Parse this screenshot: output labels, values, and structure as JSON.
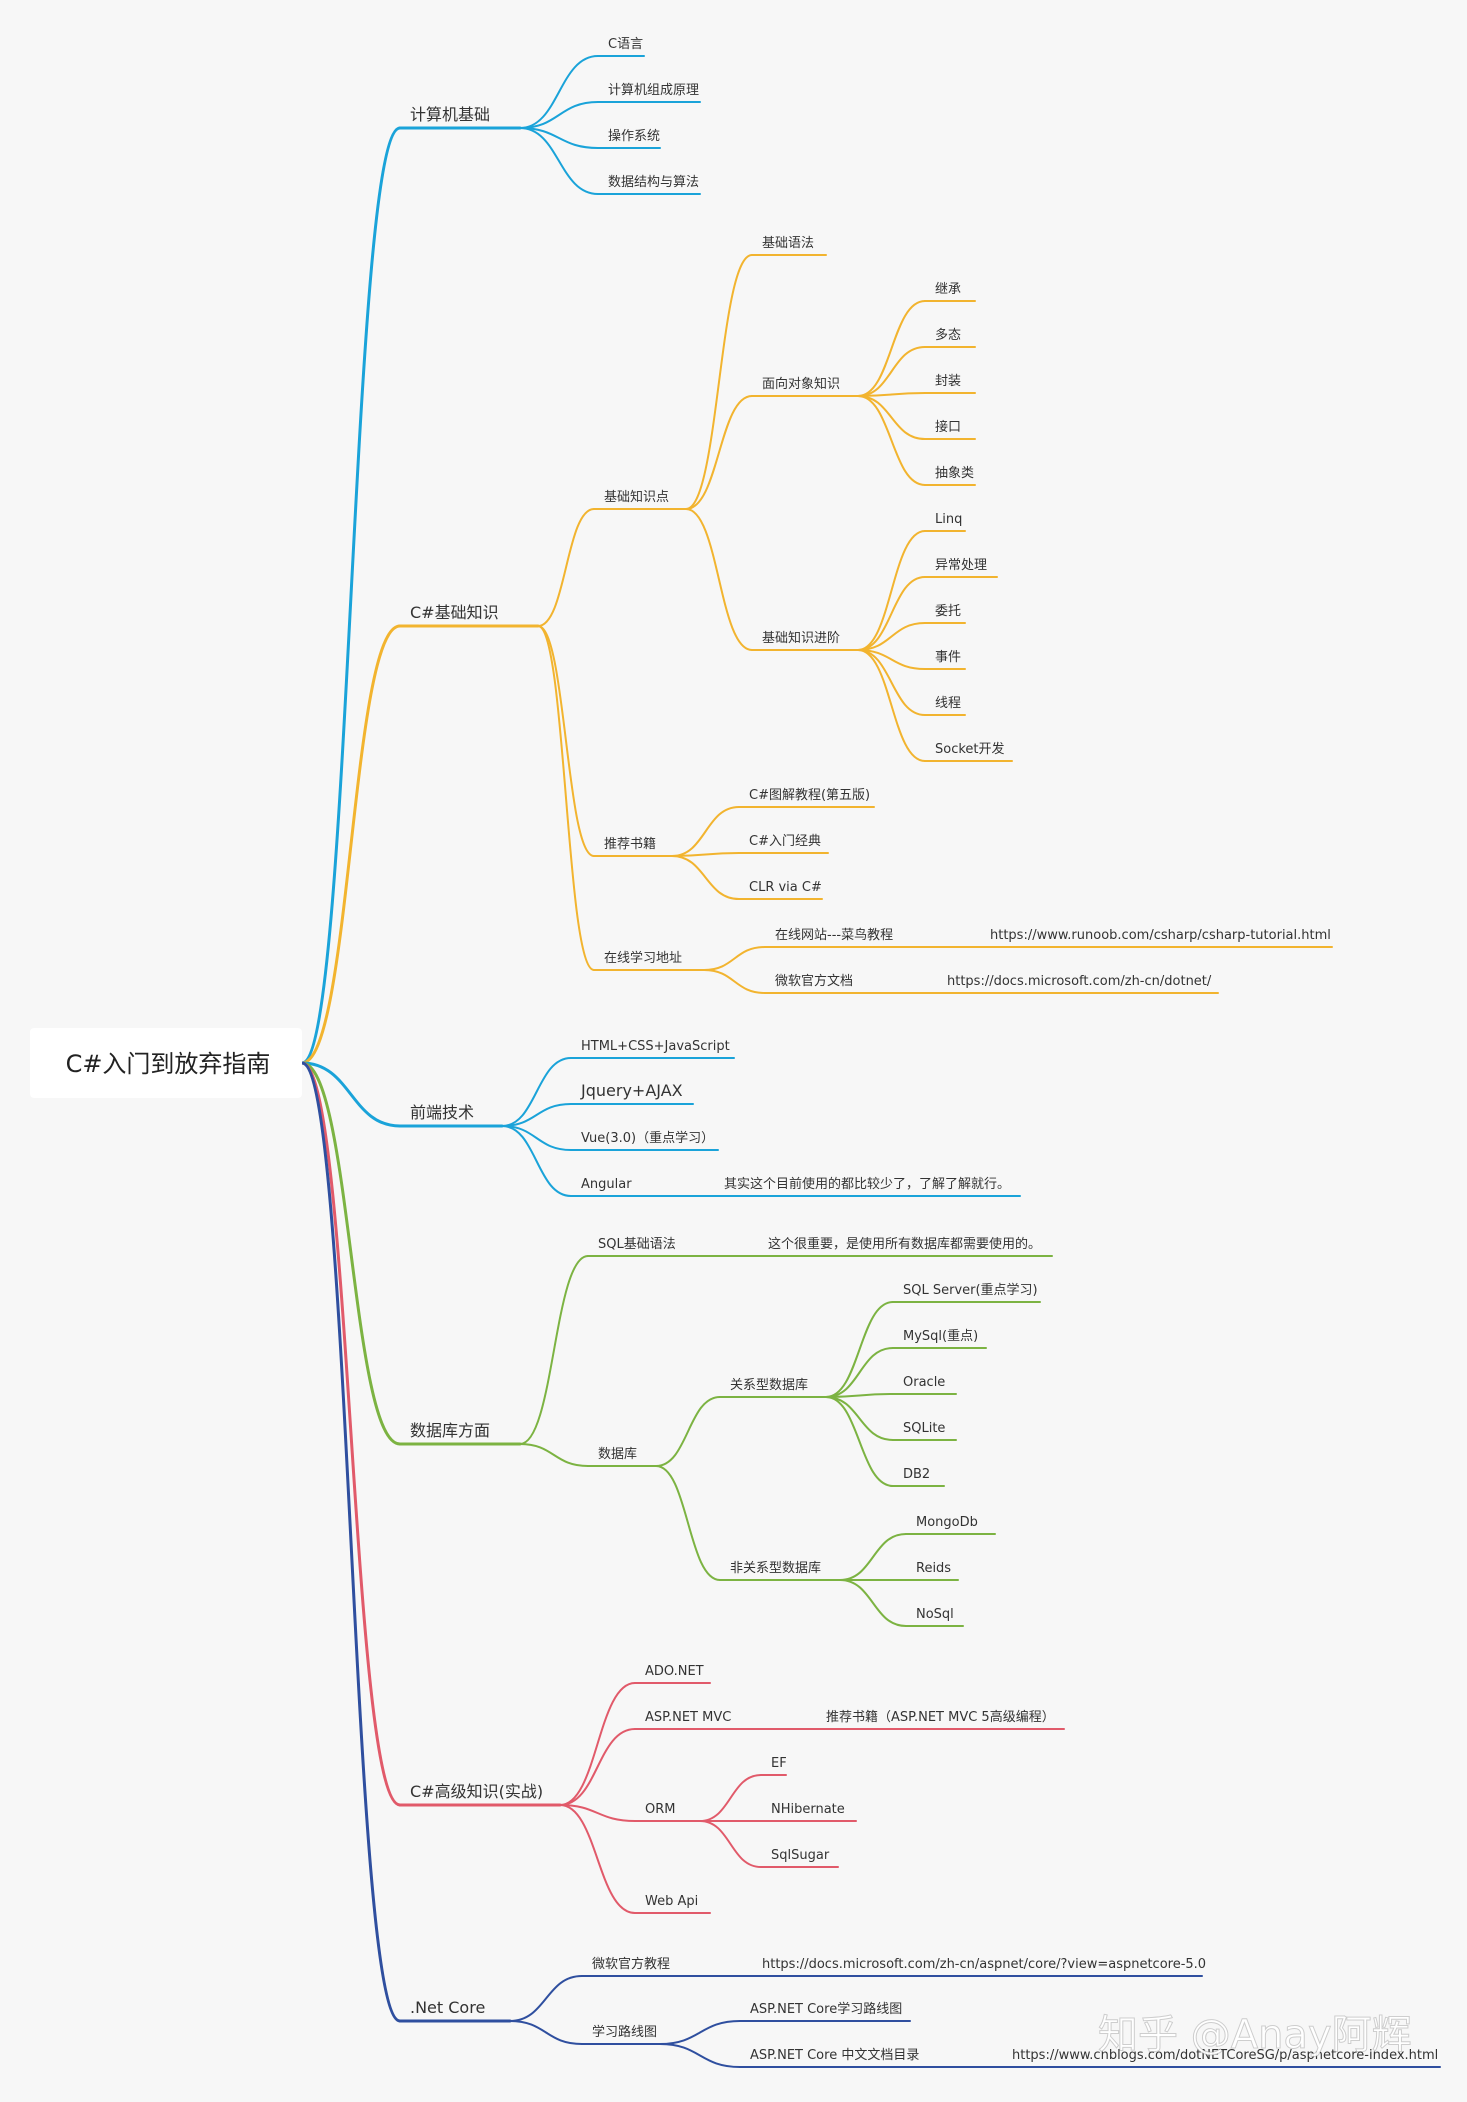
{
  "root": "C#入门到放弃指南",
  "watermark": "知乎 @Anay阿辉",
  "colors": {
    "background": "#f7f7f7",
    "computer_basics": "#1aa3d9",
    "csharp_basics": "#f2b42f",
    "frontend": "#1aa3d9",
    "database": "#7cb342",
    "csharp_advanced": "#e15a6a",
    "net_core": "#2f4f9f"
  },
  "branches": {
    "computer_basics": {
      "label": "计算机基础",
      "children": [
        "C语言",
        "计算机组成原理",
        "操作系统",
        "数据结构与算法"
      ]
    },
    "csharp_basics": {
      "label": "C#基础知识",
      "basics": {
        "label": "基础知识点",
        "syntax": "基础语法",
        "oop": {
          "label": "面向对象知识",
          "children": [
            "继承",
            "多态",
            "封装",
            "接口",
            "抽象类"
          ]
        },
        "advanced": {
          "label": "基础知识进阶",
          "children": [
            "Linq",
            "异常处理",
            "委托",
            "事件",
            "线程",
            "Socket开发"
          ]
        }
      },
      "books": {
        "label": "推荐书籍",
        "children": [
          "C#图解教程(第五版)",
          "C#入门经典",
          "CLR via C#"
        ]
      },
      "online": {
        "label": "在线学习地址",
        "children": [
          {
            "label": "在线网站---菜鸟教程",
            "note": "https://www.runoob.com/csharp/csharp-tutorial.html"
          },
          {
            "label": "微软官方文档",
            "note": "https://docs.microsoft.com/zh-cn/dotnet/"
          }
        ]
      }
    },
    "frontend": {
      "label": "前端技术",
      "children": [
        {
          "label": "HTML+CSS+JavaScript",
          "note": ""
        },
        {
          "label": "Jquery+AJAX",
          "note": ""
        },
        {
          "label": "Vue(3.0)（重点学习）",
          "note": ""
        },
        {
          "label": "Angular",
          "note": "其实这个目前使用的都比较少了，了解了解就行。"
        }
      ]
    },
    "database": {
      "label": "数据库方面",
      "sql": {
        "label": "SQL基础语法",
        "note": "这个很重要，是使用所有数据库都需要使用的。"
      },
      "db": {
        "label": "数据库",
        "relational": {
          "label": "关系型数据库",
          "children": [
            "SQL Server(重点学习)",
            "MySql(重点)",
            "Oracle",
            "SQLite",
            "DB2"
          ]
        },
        "nonrelational": {
          "label": "非关系型数据库",
          "children": [
            "MongoDb",
            "Reids",
            "NoSql"
          ]
        }
      }
    },
    "csharp_advanced": {
      "label": "C#高级知识(实战)",
      "ado": "ADO.NET",
      "mvc": {
        "label": "ASP.NET MVC",
        "note": "推荐书籍（ASP.NET MVC 5高级编程）"
      },
      "orm": {
        "label": "ORM",
        "children": [
          "EF",
          "NHibernate",
          "SqlSugar"
        ]
      },
      "webapi": "Web Api"
    },
    "net_core": {
      "label": ".Net Core",
      "official": {
        "label": "微软官方教程",
        "note": "https://docs.microsoft.com/zh-cn/aspnet/core/?view=aspnetcore-5.0"
      },
      "roadmap": {
        "label": "学习路线图",
        "children": [
          {
            "label": "ASP.NET Core学习路线图",
            "note": ""
          },
          {
            "label": "ASP.NET Core 中文文档目录",
            "note": "https://www.cnblogs.com/dotNETCoreSG/p/aspnetcore-index.html"
          }
        ]
      }
    }
  }
}
